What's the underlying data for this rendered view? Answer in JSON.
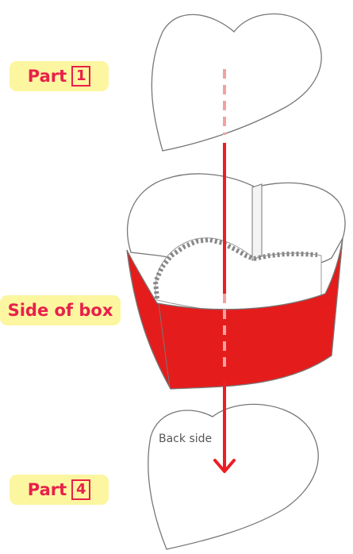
{
  "labels": {
    "part_top": {
      "text": "Part",
      "number": "1"
    },
    "side": "Side of box",
    "part_bottom": {
      "text": "Part",
      "number": "4"
    },
    "back_side": "Back side"
  },
  "colors": {
    "box_side": "#e51c1c",
    "arrow": "#ee1c24",
    "arrow_faded": "#f5a0a0",
    "label_text": "#e8204a",
    "label_bg": "#fcf6a0",
    "outline": "#777777"
  }
}
